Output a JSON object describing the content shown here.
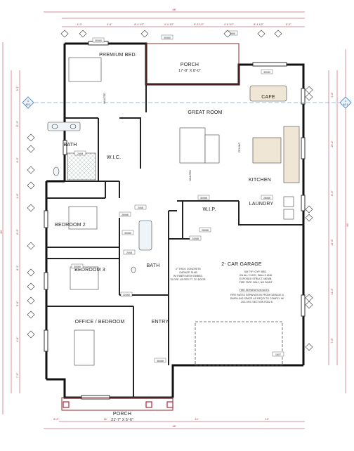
{
  "rooms": {
    "premium_bed": "PREMIUM BED.",
    "porch_top": "PORCH",
    "porch_top_size": "17'-8\" X 8'-0\"",
    "cafe": "CAFE",
    "great_room": "GREAT ROOM",
    "bath_master": "BATH",
    "wic": "W.I.C.",
    "kitchen": "KITCHEN",
    "wip": "W.I.P.",
    "laundry": "LAUNDRY",
    "bedroom2": "BEDROOM 2",
    "bedroom3": "BEDROOM 3",
    "bath_hall": "BATH",
    "garage": "2- CAR GARAGE",
    "office": "OFFICE / BEDROOM",
    "entry": "ENTRY",
    "porch_bottom": "PORCH",
    "porch_bottom_size": "21'-7\" X 5'-6\""
  },
  "notes": {
    "slab": [
      "4\" THICK CONCRETE",
      "GARAGE SLAB",
      "W/ FIBER MESH EMBED.",
      "SLOPE 1/8 PER FT. TO DOOR."
    ],
    "garage_walls": [
      "5/8 TYP. GYP. BRD.",
      "ON ALL CLGS., WALLS AND",
      "EXPOSED STRUCT. MEMB.",
      "FIRE TAPE ONLY, NO PAINT"
    ],
    "fire_title": "FIRE SEPARATION NOTE",
    "fire_sep": [
      "FIRE RATED SEPARATION FROM GARAGE &",
      "DWELLING SPACE AS REQ'D TO COMPLY W/",
      "2021 IRC SECTION R302.6."
    ],
    "vaulted": "VAULTED",
    "ceiling": "CEILING"
  },
  "dims": {
    "overall_width": "48'",
    "overall_depth": "60'",
    "top_segments": [
      "4'-0\"",
      "4'-6\"",
      "8'-4 1/2\"",
      "4'-4 1/2\"",
      "8'-3 1/2\"",
      "4'-6 1/2\"",
      "8'-4 1/2\"",
      "5'-0\""
    ],
    "bottom_segments": [
      "6'-0\"",
      "16'",
      "14'",
      "12'"
    ],
    "left_segments": [
      "5'-1\"",
      "11'-0\"",
      "6'-3\"",
      "4'-6\"",
      "6'-9\"",
      "8'-2\"",
      "5'-6\"",
      "4'-6\"",
      "7'-9\""
    ],
    "right_segments": [
      "4'-6\"",
      "15'-2\"",
      "6'-3\"",
      "12'-6\"",
      "14'-3\"",
      "7'-6\""
    ]
  },
  "tags": [
    "24X8",
    "30X60",
    "30X60",
    "30X60",
    "30X40",
    "24X8",
    "28X68",
    "30X60",
    "30X68",
    "28X68",
    "24X8",
    "30X60",
    "32X60",
    "28X68",
    "24X68",
    "16X7",
    "36X68"
  ],
  "grid_markers": [
    "1",
    "A2.1"
  ]
}
